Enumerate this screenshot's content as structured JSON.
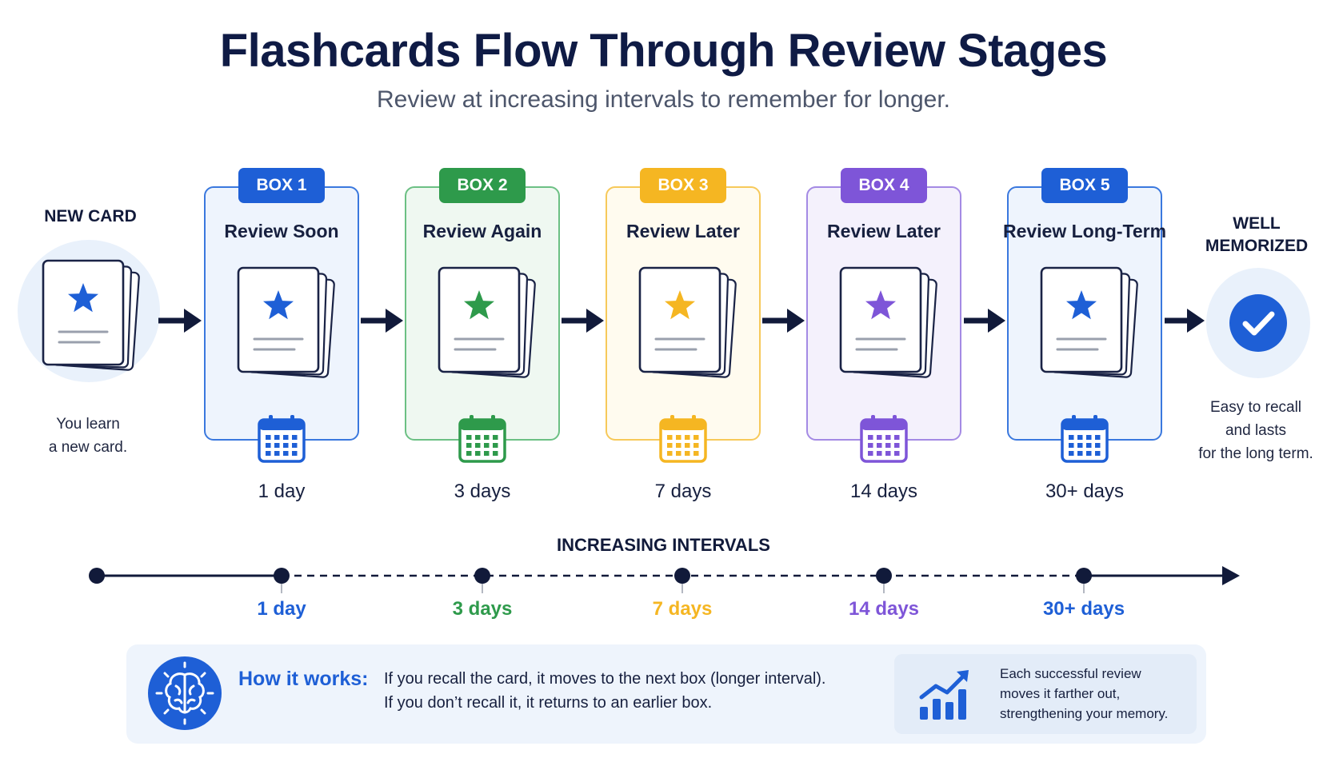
{
  "title": "Flashcards Flow Through Review Stages",
  "subtitle": "Review at increasing intervals to remember for longer.",
  "new_card": {
    "heading": "NEW CARD",
    "caption_lines": [
      "You learn",
      "a new card."
    ],
    "star_color": "#1e5fd6"
  },
  "boxes": [
    {
      "badge": "BOX 1",
      "title": "Review Soon",
      "interval": "1 day",
      "color": "#1e5fd6",
      "bg": "#eef4fd",
      "border": "#3a78de"
    },
    {
      "badge": "BOX 2",
      "title": "Review Again",
      "interval": "3 days",
      "color": "#2e9a4b",
      "bg": "#eff8f1",
      "border": "#6cc084"
    },
    {
      "badge": "BOX 3",
      "title": "Review Later",
      "interval": "7 days",
      "color": "#f5b622",
      "bg": "#fffbef",
      "border": "#f7c95a"
    },
    {
      "badge": "BOX 4",
      "title": "Review Later",
      "interval": "14 days",
      "color": "#7e55d8",
      "bg": "#f4f1fc",
      "border": "#a48ae4"
    },
    {
      "badge": "BOX 5",
      "title": "Review Long-Term",
      "interval": "30+ days",
      "color": "#1e5fd6",
      "bg": "#eef4fd",
      "border": "#3a78de"
    }
  ],
  "end": {
    "heading_lines": [
      "WELL",
      "MEMORIZED"
    ],
    "caption_lines": [
      "Easy to recall",
      "and lasts",
      "for the long term."
    ],
    "check_color": "#1e5fd6"
  },
  "timeline": {
    "label": "INCREASING INTERVALS",
    "points": [
      {
        "label": "1 day",
        "color": "#1e5fd6"
      },
      {
        "label": "3 days",
        "color": "#2e9a4b"
      },
      {
        "label": "7 days",
        "color": "#f5b622"
      },
      {
        "label": "14 days",
        "color": "#7e55d8"
      },
      {
        "label": "30+ days",
        "color": "#1e5fd6"
      }
    ]
  },
  "how_it_works": {
    "title": "How it works:",
    "lines": [
      "If you recall the card, it moves to the next box (longer interval).",
      "If you don’t recall it, it returns to an earlier box."
    ],
    "side_lines": [
      "Each successful review",
      "moves it farther out,",
      "strengthening your memory."
    ]
  },
  "icons": {
    "brain": "brain-icon",
    "chart": "growth-chart-icon",
    "calendar": "calendar-icon",
    "check": "check-icon",
    "arrow": "arrow-right-icon",
    "cards": "card-stack-icon"
  }
}
